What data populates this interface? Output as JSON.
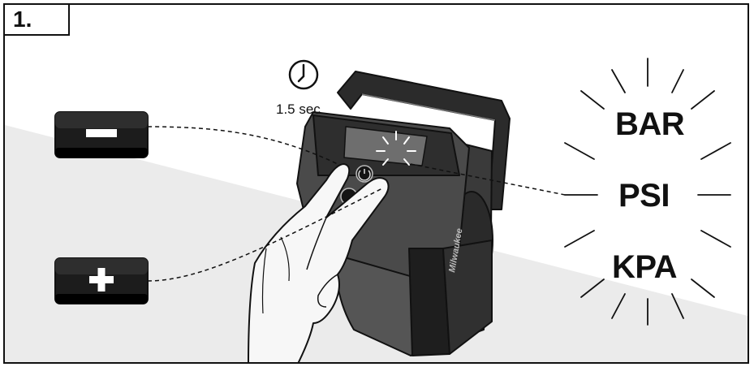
{
  "step": {
    "number": "1."
  },
  "timer": {
    "label": "1.5 sec",
    "icon": "clock-icon"
  },
  "buttons": {
    "minus": {
      "symbol": "minus",
      "icon": "minus-icon"
    },
    "plus": {
      "symbol": "plus",
      "icon": "plus-icon"
    }
  },
  "units": [
    "BAR",
    "PSI",
    "KPA"
  ],
  "device": {
    "brand": "Milwaukee"
  },
  "colors": {
    "line": "#111111",
    "panel": "#1a1a1a",
    "floor": "#e8e8e8"
  }
}
